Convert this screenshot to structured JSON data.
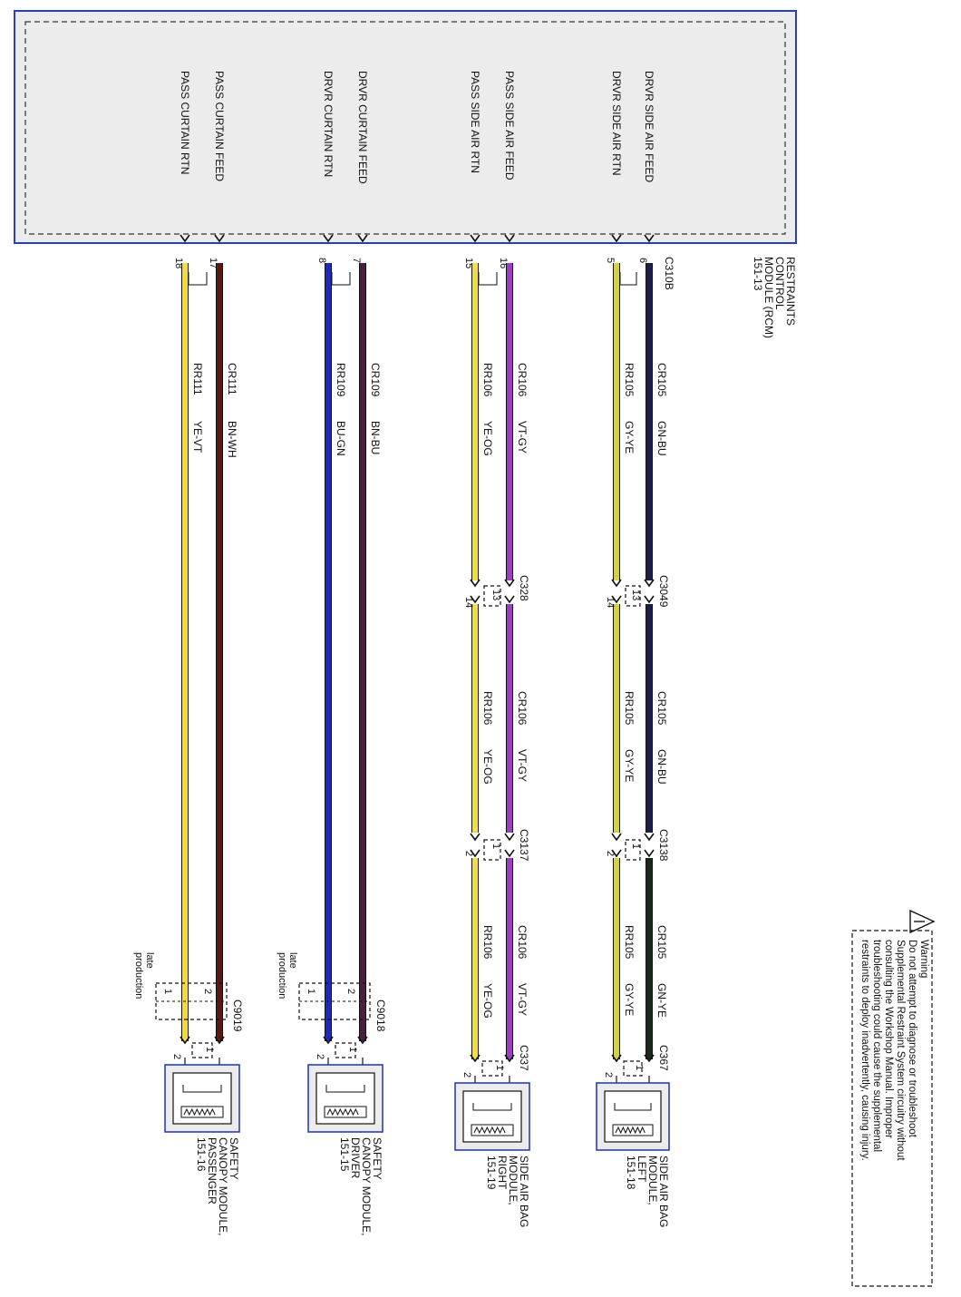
{
  "colors": {
    "module_border": "#2b3dbf",
    "module_fill": "#ececec",
    "GN-BU": "#1b1f4a",
    "GY-YE": "#d4d43a",
    "VT-GY": "#9a3fbf",
    "YE-OG": "#f0e040",
    "BN-BU": "#4a2040",
    "BU-GN": "#1e2bb8",
    "BN-WH": "#5a1a14",
    "YE-VT": "#f2dc3a",
    "GN-YE": "#1a2a1a"
  },
  "rcm": {
    "name_lines": [
      "RESTRAINTS",
      "CONTROL",
      "MODULE (RCM)",
      "151-13"
    ],
    "connector": "C310B",
    "pin_labels": [
      "DRVR SIDE AIR FEED",
      "DRVR SIDE AIR RTN",
      "PASS SIDE AIR FEED",
      "PASS SIDE AIR RTN",
      "DRVR CURTAIN FEED",
      "DRVR CURTAIN RTN",
      "PASS CURTAIN FEED",
      "PASS CURTAIN RTN"
    ],
    "pins": [
      "6",
      "5",
      "16",
      "15",
      "7",
      "8",
      "17",
      "18"
    ]
  },
  "circuits": {
    "c1": {
      "seg1": [
        "CR105",
        "GN-BU"
      ],
      "seg2": [
        "CR105",
        "GN-BU"
      ],
      "seg3": [
        "CR105",
        "GN-YE"
      ]
    },
    "c2": {
      "seg1": [
        "RR105",
        "GY-YE"
      ],
      "seg2": [
        "RR105",
        "GY-YE"
      ],
      "seg3": [
        "RR105",
        "GY-YE"
      ]
    },
    "c3": {
      "seg1": [
        "CR106",
        "VT-GY"
      ],
      "seg2": [
        "CR106",
        "VT-GY"
      ],
      "seg3": [
        "CR106",
        "VT-GY"
      ]
    },
    "c4": {
      "seg1": [
        "RR106",
        "YE-OG"
      ],
      "seg2": [
        "RR106",
        "YE-OG"
      ],
      "seg3": [
        "RR106",
        "YE-OG"
      ]
    },
    "c5": {
      "seg1": [
        "CR109",
        "BN-BU"
      ]
    },
    "c6": {
      "seg1": [
        "RR109",
        "BU-GN"
      ]
    },
    "c7": {
      "seg1": [
        "CR111",
        "BN-WH"
      ]
    },
    "c8": {
      "seg1": [
        "RR111",
        "YE-VT"
      ]
    }
  },
  "inline": {
    "left_first": {
      "name": "C3049",
      "pins": [
        "13",
        "14"
      ]
    },
    "right_first": {
      "name": "C328",
      "pins": [
        "13",
        "14"
      ]
    },
    "left_second": {
      "name": "C3138",
      "pins": [
        "1",
        "2"
      ]
    },
    "right_second": {
      "name": "C3137",
      "pins": [
        "1",
        "2"
      ]
    },
    "drvr_curtain": {
      "name": "C9018",
      "inner_pins": [
        "2",
        "1"
      ],
      "outer_pins": [
        "1",
        "2"
      ],
      "note_lines": [
        "late",
        "production"
      ]
    },
    "pass_curtain": {
      "name": "C9019",
      "inner_pins": [
        "2",
        "1"
      ],
      "outer_pins": [
        "1",
        "2"
      ],
      "note_lines": [
        "late",
        "production"
      ]
    }
  },
  "endpoints": [
    {
      "connector": "C367",
      "pins": [
        "1",
        "2"
      ],
      "label_lines": [
        "SIDE AIR BAG",
        "MODULE,",
        "LEFT",
        "151-18"
      ]
    },
    {
      "connector": "C337",
      "pins": [
        "1",
        "2"
      ],
      "label_lines": [
        "SIDE AIR BAG",
        "MODULE,",
        "RIGHT",
        "151-19"
      ]
    },
    {
      "connector": "",
      "pins": [
        "1",
        "2"
      ],
      "label_lines": [
        "SAFETY",
        "CANOPY MODULE,",
        "DRIVER",
        "151-15"
      ]
    },
    {
      "connector": "",
      "pins": [
        "1",
        "2"
      ],
      "label_lines": [
        "SAFETY",
        "CANOPY MODULE,",
        "PASSENGER",
        "151-16"
      ]
    }
  ],
  "warning": {
    "icon": "warning-triangle-icon",
    "lines": [
      "Warning",
      "Do not attempt to diagnose or troubleshoot",
      "Supplemental Restraint System circuitry without",
      "consulting the Workshop Manual. Improper",
      "troubleshooting could cause the supplemental",
      "restraints to deploy inadvertently, causing injury."
    ]
  }
}
